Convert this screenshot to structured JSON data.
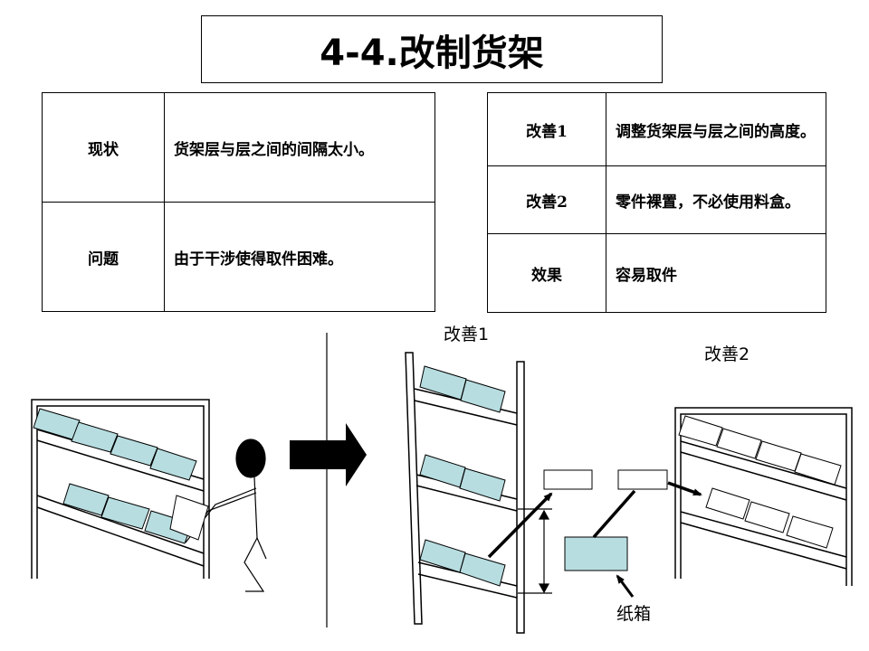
{
  "slide": {
    "title": "4-4.改制货架"
  },
  "table_left": {
    "rows": [
      {
        "key": "现状",
        "value": "货架层与层之间的间隔太小。"
      },
      {
        "key": "问题",
        "value": "由于干涉使得取件困难。"
      }
    ]
  },
  "table_right": {
    "rows": [
      {
        "key": "改善1",
        "value": "调整货架层与层之间的高度。"
      },
      {
        "key": "改善2",
        "value": "零件裸置，不必使用料盒。"
      },
      {
        "key": "效果",
        "value": "容易取件"
      }
    ]
  },
  "illustration": {
    "label_improvement1": "改善1",
    "label_improvement2": "改善2",
    "label_carton": "纸箱",
    "colors": {
      "bin_fill": "#b7dde0",
      "outline": "#000000"
    }
  }
}
